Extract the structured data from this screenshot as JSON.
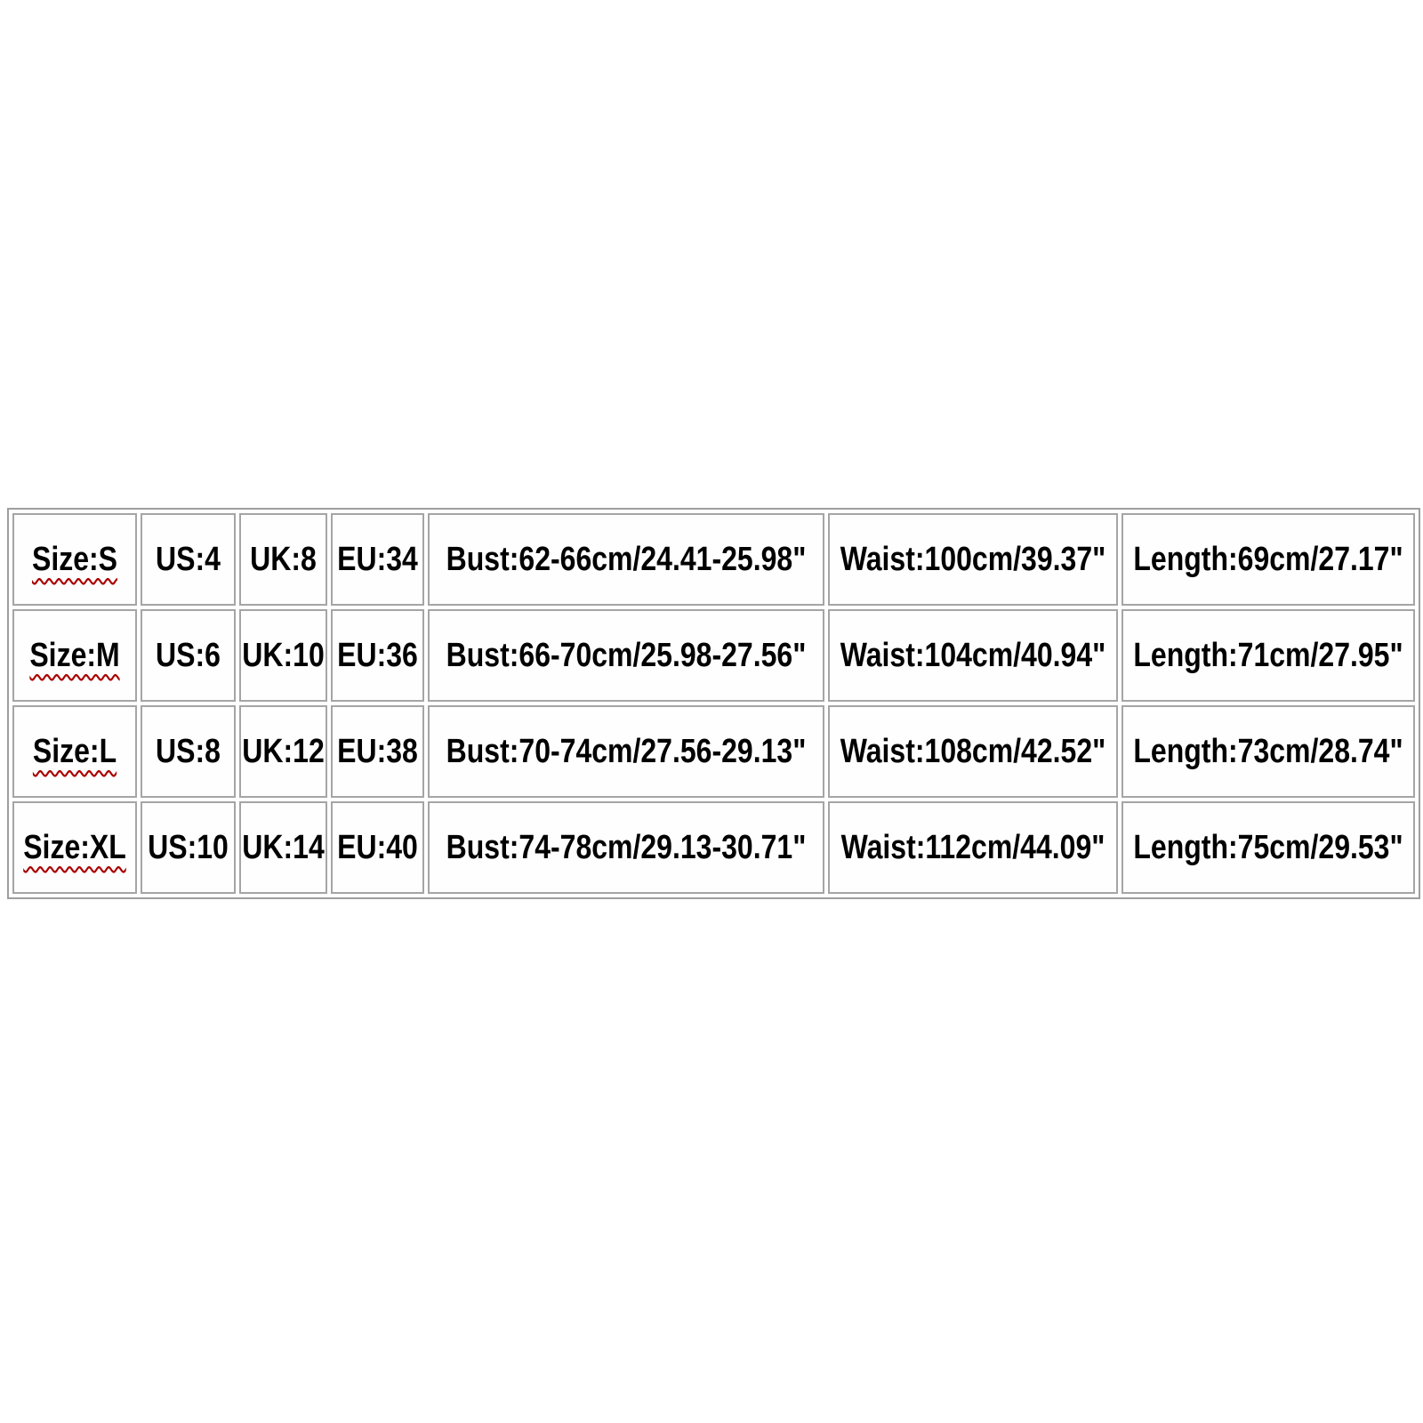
{
  "page": {
    "background_color": "#ffffff"
  },
  "table_style": {
    "outer_border_color": "#9e9e9e",
    "cell_border_color": "#a5a5a5",
    "text_color": "#000000",
    "spellcheck_underline_color": "#aa0000",
    "cell_background": "#fefefe"
  },
  "chart_data": {
    "type": "table",
    "columns": [
      "size",
      "us",
      "uk",
      "eu",
      "bust",
      "waist",
      "length"
    ],
    "rows": [
      {
        "size": "Size:S",
        "us": "US:4",
        "uk": "UK:8",
        "eu": "EU:34",
        "bust": "Bust:62-66cm/24.41-25.98\"",
        "waist": "Waist:100cm/39.37\"",
        "length": "Length:69cm/27.17\""
      },
      {
        "size": "Size:M",
        "us": "US:6",
        "uk": "UK:10",
        "eu": "EU:36",
        "bust": "Bust:66-70cm/25.98-27.56\"",
        "waist": "Waist:104cm/40.94\"",
        "length": "Length:71cm/27.95\""
      },
      {
        "size": "Size:L",
        "us": "US:8",
        "uk": "UK:12",
        "eu": "EU:38",
        "bust": "Bust:70-74cm/27.56-29.13\"",
        "waist": "Waist:108cm/42.52\"",
        "length": "Length:73cm/28.74\""
      },
      {
        "size": "Size:XL",
        "us": "US:10",
        "uk": "UK:14",
        "eu": "EU:40",
        "bust": "Bust:74-78cm/29.13-30.71\"",
        "waist": "Waist:112cm/44.09\"",
        "length": "Length:75cm/29.53\""
      }
    ]
  }
}
